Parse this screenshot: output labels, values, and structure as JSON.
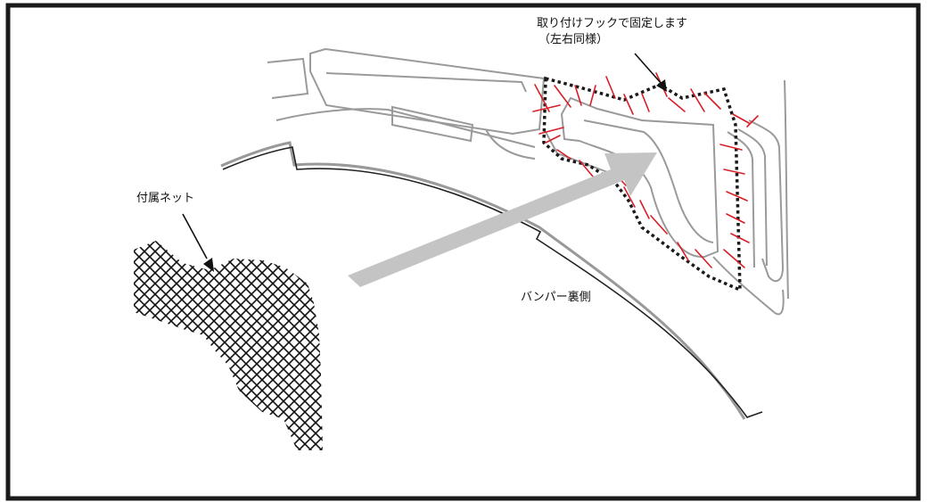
{
  "labels": {
    "hook_line1": "取り付けフックで固定します",
    "hook_line2": "（左右同様）",
    "net": "付属ネット",
    "bumper_back": "バンパー裏側"
  },
  "colors": {
    "frame": "#1a1a1a",
    "outline": "#9a9a9a",
    "mesh": "#111111",
    "clip_marks": "#d81e28",
    "dotted_outline": "#1a1a1a",
    "arrow_fill": "#c4c4c4"
  },
  "icons": {
    "label_pointer": "arrow-pointer-icon",
    "install_direction": "big-arrow-icon"
  }
}
